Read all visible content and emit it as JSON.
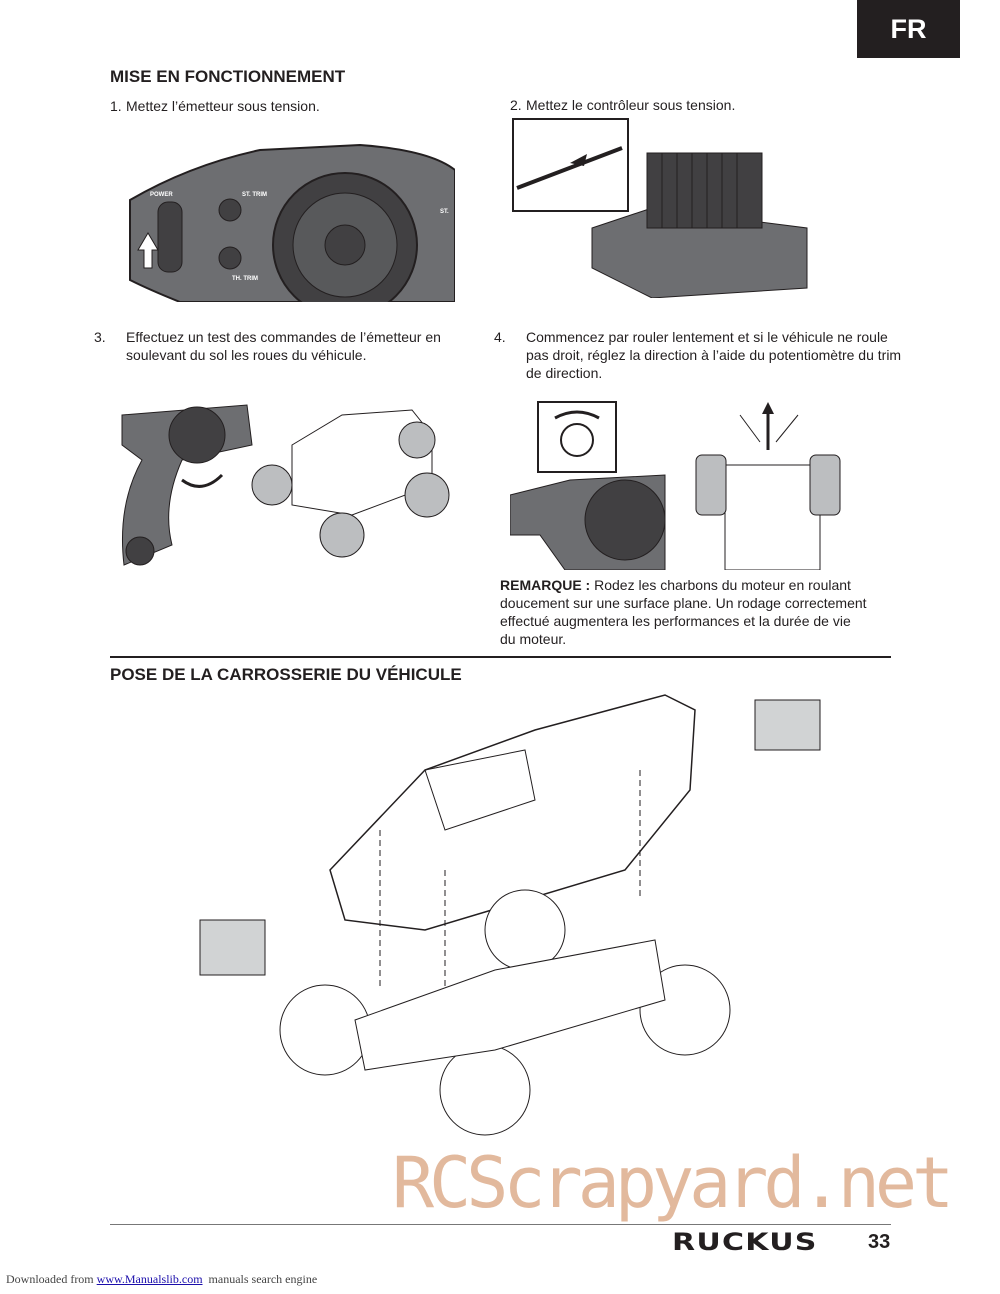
{
  "header": {
    "language_tab": "FR"
  },
  "section1": {
    "title": "MISE EN FONCTIONNEMENT",
    "steps": [
      {
        "num": "1.",
        "text": "Mettez l’émetteur sous tension."
      },
      {
        "num": "2.",
        "text": "Mettez le contrôleur sous tension."
      },
      {
        "num": "3.",
        "text": "Effectuez un test des commandes de l’émetteur en soulevant du sol les roues du véhicule."
      },
      {
        "num": "4.",
        "text": "Commencez par rouler lentement et si le véhicule ne roule pas droit, réglez la direction à l’aide du potentiomètre du trim de direction."
      }
    ],
    "transmitter_labels": {
      "power": "POWER",
      "st_trim": "ST. TRIM",
      "th_trim": "TH. TRIM",
      "st": "ST."
    },
    "note_label": "REMARQUE :",
    "note_text": "Rodez les charbons du moteur en roulant doucement sur une surface plane. Un rodage correctement effectué augmentera les performances et la durée de vie du moteur."
  },
  "section2": {
    "title": "POSE DE LA CARROSSERIE DU VÉHICULE"
  },
  "watermark": "RCScrapyard.net",
  "footer": {
    "brand": "RUCKUS",
    "page_number": "33",
    "download_prefix": "Downloaded from",
    "download_link": "www.Manualslib.com",
    "download_suffix": "manuals search engine"
  }
}
